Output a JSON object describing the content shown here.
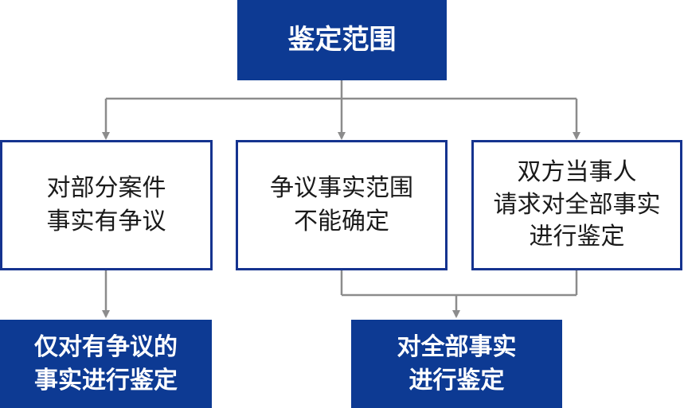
{
  "colors": {
    "accent": "#0d3a93",
    "border": "#15338f",
    "connector": "#8c8c8c",
    "text_dark": "#1a1a1a",
    "text_light": "#ffffff"
  },
  "nodes": {
    "root": {
      "label": "鉴定范围"
    },
    "case_a": {
      "label": "对部分案件\n事实有争议"
    },
    "case_b": {
      "label": "争议事实范围\n不能确定"
    },
    "case_c": {
      "label": "双方当事人\n请求对全部事实\n进行鉴定"
    },
    "result_partial": {
      "label": "仅对有争议的\n事实进行鉴定"
    },
    "result_full": {
      "label": "对全部事实\n进行鉴定"
    }
  }
}
